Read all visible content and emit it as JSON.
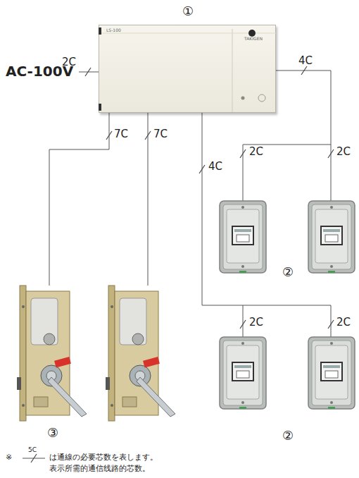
{
  "diagram": {
    "nodes": [
      {
        "text": [
          "①",
          "LS-100",
          "TAKIGEN"
        ]
      }
    ],
    "labels": [
      "AC-100V",
      "2C",
      "4C",
      "7C",
      "7C",
      "4C",
      "2C",
      "2C",
      "2C",
      "2C",
      "②",
      "②",
      "③",
      "※",
      "5C",
      "は通線の必要芯数を表します。",
      "表示所需的通信线路的芯数。"
    ]
  }
}
